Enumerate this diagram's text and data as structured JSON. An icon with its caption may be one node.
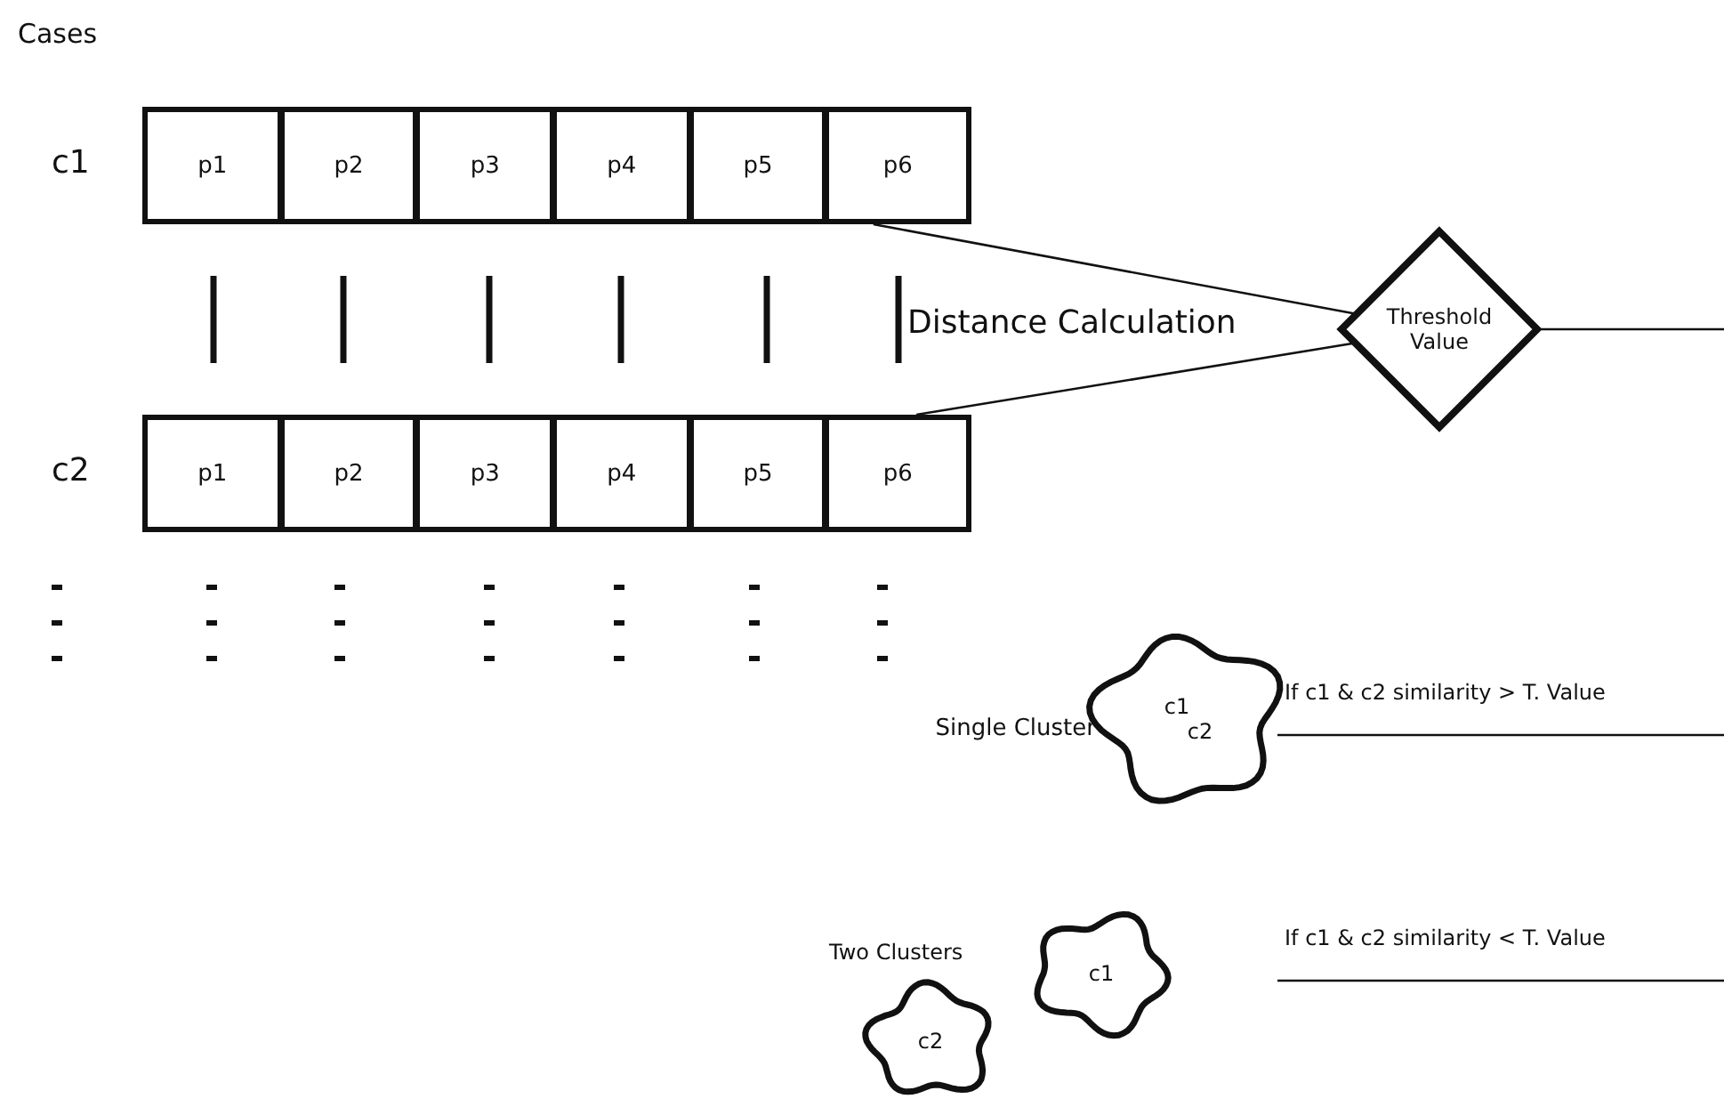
{
  "diagram": {
    "nodes": [
      {
        "text": [
          "c1"
        ]
      },
      {
        "text": [
          "p1"
        ],
        "in": 0
      },
      {
        "text": [
          "p2"
        ],
        "in": 0
      },
      {
        "text": [
          "p3"
        ],
        "in": 0
      },
      {
        "text": [
          "p4"
        ],
        "in": 0
      },
      {
        "text": [
          "p5"
        ],
        "in": 0
      },
      {
        "text": [
          "p6"
        ],
        "in": 0
      },
      {
        "text": [
          "c2"
        ]
      },
      {
        "text": [
          "p1"
        ],
        "in": 7
      },
      {
        "text": [
          "p2"
        ],
        "in": 7
      },
      {
        "text": [
          "p3"
        ],
        "in": 7
      },
      {
        "text": [
          "p4"
        ],
        "in": 7
      },
      {
        "text": [
          "p5"
        ],
        "in": 7
      },
      {
        "text": [
          "p6"
        ],
        "in": 7
      },
      {
        "text": [
          "Threshold Value"
        ]
      },
      {
        "text": [
          "c1",
          "c2"
        ],
        "beside": [
          "Single Cluster"
        ]
      },
      {
        "text": [
          "c1"
        ]
      },
      {
        "text": [
          "c2"
        ]
      }
    ],
    "edges": [
      {
        "from": 0,
        "to": 14,
        "arrow": "none"
      },
      {
        "from": 7,
        "to": 14,
        "arrow": "none"
      },
      {
        "from": 14,
        "to": null,
        "arrow": "none"
      }
    ],
    "labels": [
      "Cases",
      "Distance Calculation",
      "If c1 & c2 similarity > T. Value",
      "Two Clusters",
      "If c1 & c2 similarity < T. Value"
    ]
  }
}
